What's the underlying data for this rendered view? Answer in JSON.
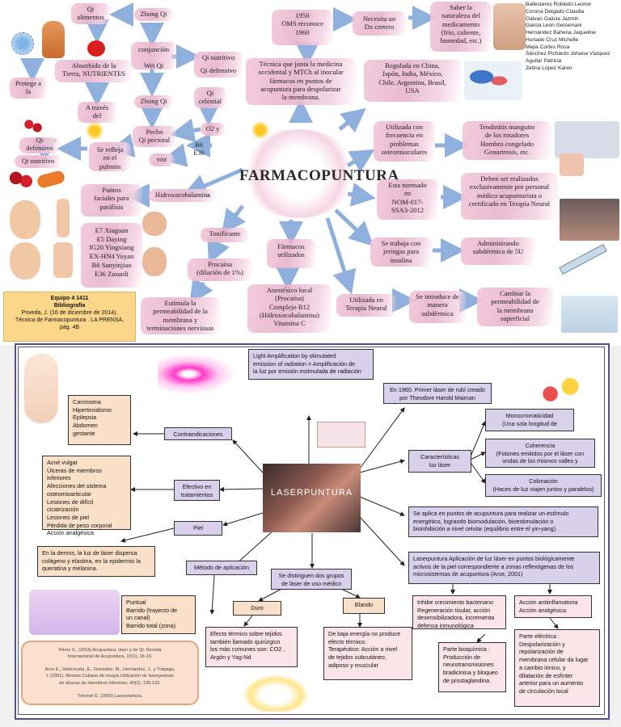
{
  "authors": [
    "Ballesteros Robledo Leonor",
    "Corona Delgado Claudia",
    "Galvan Galicia Jazmin",
    "Garcia León Getsemani",
    "Hernández Bahena Jaqueline",
    "Hurtado Cruz Michelle",
    "Mejia Cortes Rosa",
    "Sánchez Pichardo Johana Vázquez Aguilar Patricia",
    "Zetina López Karen"
  ],
  "team": {
    "line1": "Equipo 4 1411",
    "line2": "Bibliografía",
    "line3": "Poveda, J. (16 de diciembre de 2014).",
    "line4": "Técnica de Farmacopuntura . LA PRENSA,",
    "line5": "pág. 4B"
  },
  "farmaco": {
    "title": "FARMACOPUNTURA",
    "qi_alimentos": "Qi\nalimentos",
    "zhong_qi_top": "Zhong Qi",
    "conjuncion": "conjunción",
    "wei_qi": "Wei Qi",
    "qi_nutritivo_r": "Qi nutritivo",
    "qi_defensivo_r": "Qi defensivo",
    "absorbido": "Absorbido de la\nTierra, NUTRIENTES",
    "zhong_qi_mid": "Zhong Qi",
    "qi_celestial": "Qi\ncelestial",
    "a_traves": "A través\ndel",
    "o2": "O2 y",
    "protege": "Protege a\nla",
    "pecho": "Pecho\nQi pectoral",
    "b6": "B6\nE36",
    "qi_defensivo_l": "Qi\ndefensivo",
    "se_refleja": "Se refleja\nen el\npulmón",
    "voz": "voz",
    "qi_nutritivo_l": "Qi nutritivo",
    "puntos": "Puntos\nfaciales para\nparálisis",
    "hidroxo": "Hidroxocobalamina",
    "points": "E7 Xiaguan\nE5 Daying\nIG20 Yingxiang\nEX-HN4 Yuyao\nB6 Sanyinjiao\nE36 Zusanli",
    "tonificante": "Tonificante",
    "procaina": "Procaína\n(dilución de 1%)",
    "estimula": "Estimula la\npermeabilidad de la\nmembrana y\nterminaciones nerviosas",
    "farmacos": "Fármacos\nutilizados",
    "farmacos_list": "Anestésico local\n(Procaína)\nComplejo B12\n(Hidroxocobalamina)\nVitamina C",
    "year": "1950\nOMS reconoce\n1960",
    "necesita": "Necesita un\nDx certero",
    "saber": "Saber la\nnaturaleza del\nmedicamento\n(frío, caliente,\nhumedad, etc.)",
    "tecnica": "Técnica que junta la medicina\noccidental y MTCh al inocular\nfármacos en puntos de\nacupuntura para despolarizar\nla membrana.",
    "regulada": "Regulada en China,\nJapón, India, México,\nChile, Argentina, Brasil,\nUSA",
    "utilizada": "Utilizada con\nfrecuencia en\nproblemas\nosteomusculares",
    "osteo_list": "Tendinitis manguito\nde los rotadores\nHombro congelado\nGonartrosis, etc.",
    "esta_normado": "Esta normado\nen\nNOM-017-\nSSA3-2012",
    "deben": "Deben ser realizados\nexclusivamente por personal\nmédico acupunturista o\ncertificado en Terapia Neural",
    "se_trabaja": "Se trabaja con\njeringas para\ninsulina",
    "administrando": "Administrando\nsubdérmica de 5U",
    "utilizada_tn": "Utilizada en\nTerapia Neural",
    "se_introduce": "Se introduce de\nmanera\nsubdérmica",
    "cambiar": "Cambiar la\npermeabilidad de\nla membrana\nsuperficial"
  },
  "laser": {
    "center_label": "LASERPUNTURA",
    "light": "Light Amplification by stimulated\nemission of radiation = Amplificación de\nla luz por emisión estimulada de radiación",
    "en1960": "En 1960. Primer láser de rubí creado\npor Theodore Harold Maiman",
    "contra_list": "Carcinoma\nHipertiroidismo\nEpilepsia\nAbdomen\ngestante",
    "contra": "Contraindicaciones",
    "efectivo_list": "Acné vulgar\nÚlceras de miembros inferiores\nAfecciones del sistema\nosteomioarticular\nLesiones de difícil cicatrización\nLesiones de piel\nPérdida de peso corporal\nAcción analgésica",
    "efectivo": "Efectivo en\ntratamientos",
    "piel": "Piel",
    "dermis": "En la dermis, la luz de láser dispersa\ncolágeno y elastina, en la epidermis la\nqueratina y melanina.",
    "metodo": "Método de aplicación",
    "puntual": "Puntual\nBarrido (trayecto de\nun canal)\nBarrido total (zona)",
    "distinguen": "Se distinguen dos grupos\nde láser de uso médico",
    "duro": "Duro",
    "blando": "Blando",
    "duro_text": "Efecto térmico sobre tejidos\ntambién llamado quirúrgico\nlos más comunes son: CO2 ,\nArgón y Yag-Nd",
    "blando_text": "De baja energía no produce\nefecto térmico.\nTerapéutico: Acción a nivel\nde tejidos subcutáneo,\nadiposo y muscular",
    "caract": "Características\nluz láser",
    "mono": "Monocromaticidad\n(Una sola longitud de",
    "coherencia": "Coherencia\n(Fotones emitidos por el láser con\nondas de los mismos valles y",
    "colimacion": "Colimación\n(Haces de luz viajen juntos y paralelos)",
    "aplica": "Se aplica en puntos de acupuntura para realizar un estímulo\nenergético, logrando biomodulación, bioestimulación o\nbioinhibición a nivel celular (equilibrio entre el yin-yang).",
    "laserpuntura_def": "Laserpuntura Aplicación de luz láser en puntos biológicamente\nactivos de la piel correspondiente a zonas reflexógenas de los\nmicrosistemas de acupuntura (Arce, 2001)",
    "inhibe": "Inhibe crecimiento bacteriano\nRegeneración tisular, acción\ndesensibilizadora, incrementa\ndefensa inmunológica",
    "antiinflam": "Acción antiinflamatoria\nAcción analgésica",
    "bioquimica": "Parte bioquímica :\nProducción de\nneurotransmisiones\nbradicinina y bloqueo\nde prostaglandina.",
    "electrica": "Parte eléctrica :\nDespolarización y\nrepolarización de\nmembrana celular da lugar\na cambio iónico, y\ndilatación de esfínter\narterior para un aumento\nde circulación local",
    "refs": "Pérez S., (2016) Acupuntura, láser y de Qi. Revista\nInternacional de Acupuntura, 10(1), 16-19.\n\nArce E., Valenzuela, E., González, M., Hernández, J., y Trápaga,\nI. (2001). Revista Cubana de cirugía Utilización de laserpuntura\nen úlceras de miembros inferiores, 40(2), 130-133.\n\nTrinchet E. (2005) Laserpuntura."
  },
  "colors": {
    "peach": "#fbe0c9",
    "lavender": "#d9d1ec",
    "pink": "#fbe4ea",
    "frame": "#5b4b8a",
    "ref_yellow": "#fcd789",
    "blob": "#e7b3cc"
  }
}
